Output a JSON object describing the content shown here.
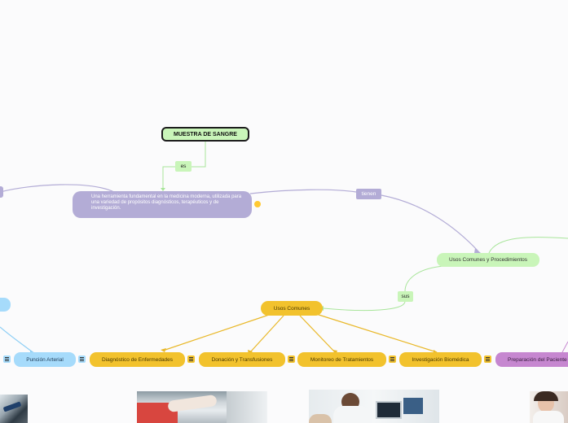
{
  "nodes": {
    "root": "MUESTRA DE SANGRE",
    "description": "Una herramienta fundamental en la medicina moderna, utilizada para una variedad de propósitos diagnósticos, terapéuticos y de investigación.",
    "usos_procedimientos": "Usos Comunes y Procedimientos",
    "usos_comunes": "Usos Comunes",
    "puncion": "Punción Arterial",
    "diagnostico": "Diagnóstico de Enfermedades",
    "donacion": "Donación y Transfusiones",
    "monitoreo": "Monitoreo de Tratamientos",
    "investigacion": "Investigación Biomédica",
    "preparacion": "Preparación del Paciente"
  },
  "links": {
    "es": "es",
    "tienen": "tienen",
    "sus": "sus"
  },
  "colors": {
    "green": "#c9f5b9",
    "purple_line": "#b3acd6",
    "yellow": "#f2c22d",
    "blue": "#a6dbfb",
    "purple_node": "#c687d0"
  },
  "icons": [
    "menu-icon",
    "emoji-face-icon",
    "photo"
  ]
}
